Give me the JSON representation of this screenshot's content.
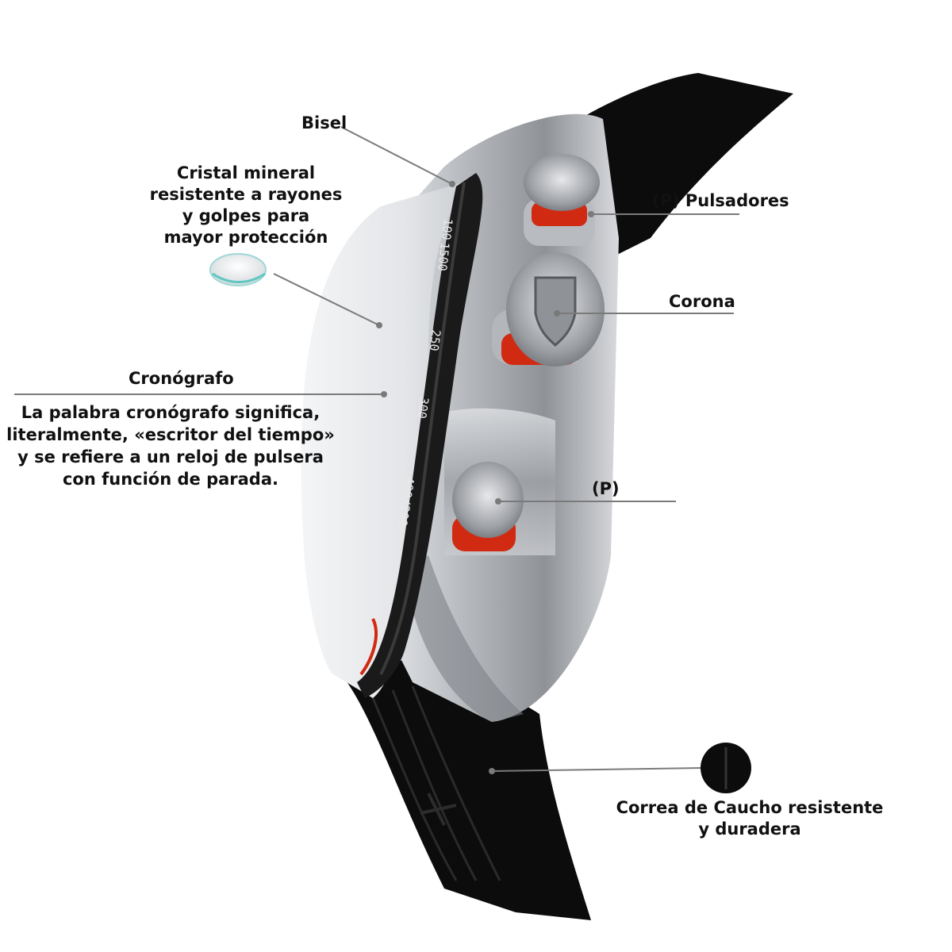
{
  "labels": {
    "bisel": "Bisel",
    "cristal": "Cristal mineral\nresistente a rayones\ny golpes para\nmayor protección",
    "pulsadores": "(P) Pulsadores",
    "corona": "Corona",
    "cronografo_title": "Cronógrafo",
    "cronografo_desc": "La palabra cronógrafo significa,\nliteralmente, «escritor del tiempo»\ny se refiere a un reloj de pulsera\ncon función de parada.",
    "p": "(P)",
    "correa": "Correa de Caucho resistente\ny duradera"
  },
  "bezel_scale": [
    "100",
    "1500",
    "250",
    "300",
    "400/200"
  ],
  "colors": {
    "strap": "#0c0c0c",
    "steel": "#a9acb0",
    "accent_red": "#d12a12",
    "bezel": "#1a1a1a",
    "leader_line": "#7a7a7a"
  }
}
